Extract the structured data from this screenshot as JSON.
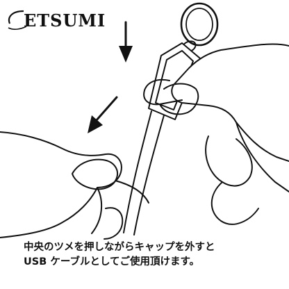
{
  "brand": {
    "logo_text": "ETSUMI"
  },
  "caption": {
    "line1": "中央のツメを押しながらキャップを外すと",
    "line2": "USB ケーブルとしてご使用頂けます。"
  },
  "colors": {
    "ink": "#111111",
    "background": "#ffffff"
  },
  "icons": {
    "arrow_primary": "arrow-down-icon",
    "arrow_secondary": "arrow-down-left-icon"
  }
}
